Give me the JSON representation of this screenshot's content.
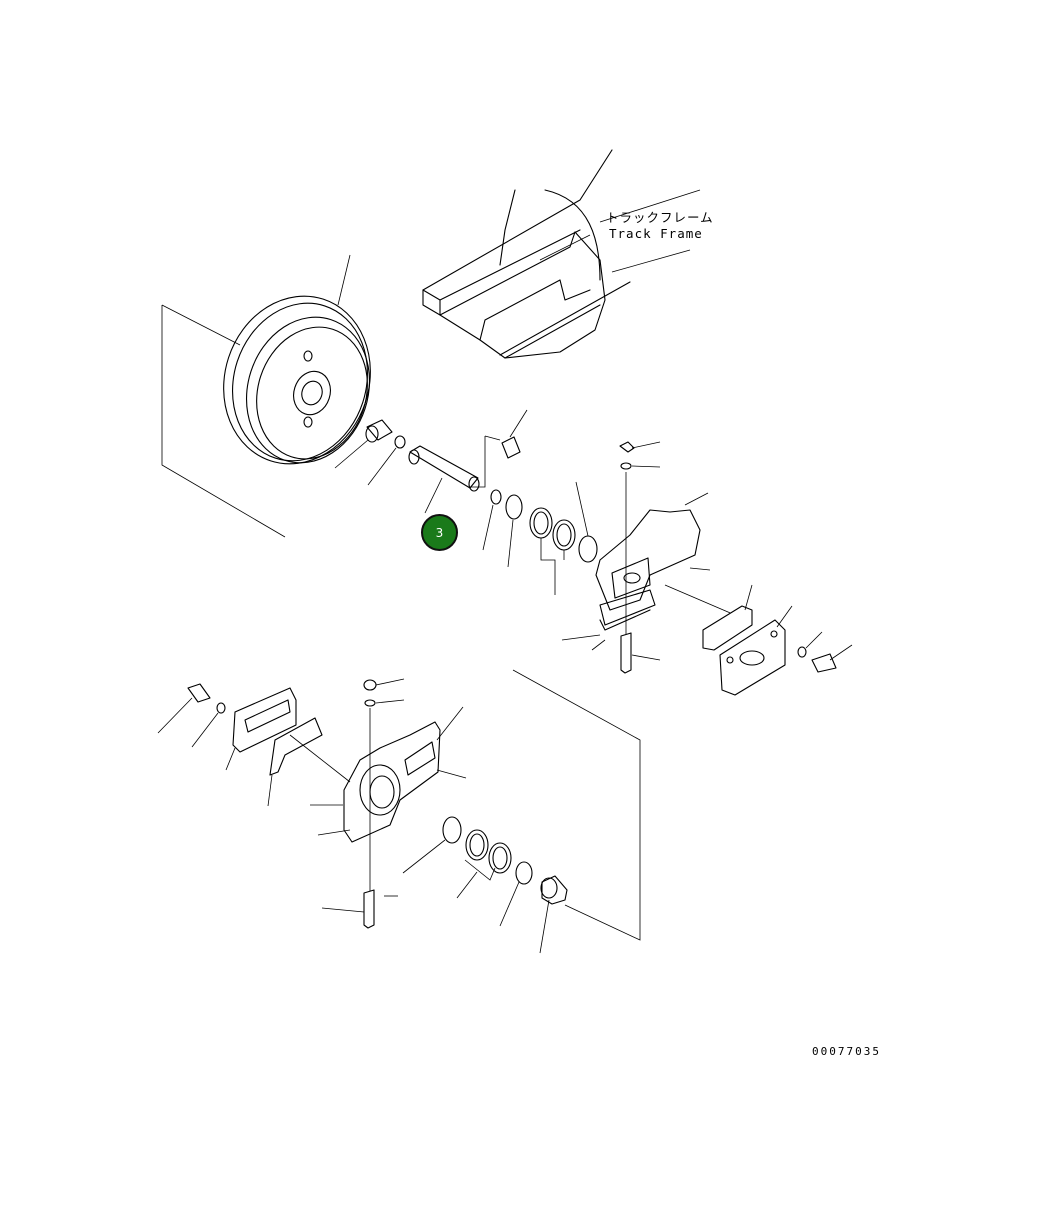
{
  "diagram": {
    "frame_label_jp": "トラックフレーム",
    "frame_label_en": "Track Frame",
    "drawing_number": "00077035"
  },
  "callouts": [
    {
      "number": "3"
    }
  ],
  "colors": {
    "callout_fill": "#1a7a1a",
    "line": "#000000",
    "background": "#ffffff"
  }
}
